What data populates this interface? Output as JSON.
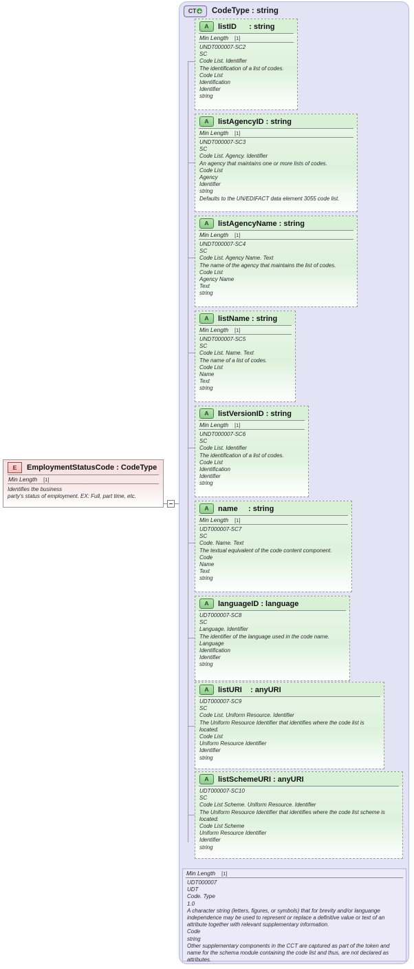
{
  "diagram": {
    "kind": "xsd-schema-diagram",
    "colors": {
      "container_bg": "#e4e3f5",
      "attribute_bg": "#ddf2dc",
      "element_bg": "#f8e6e6",
      "footer_bg": "#eceaf8",
      "connector": "#9a98b8"
    }
  },
  "complex_type": {
    "icon_label": "CT",
    "icon_name": "ct-expand-icon",
    "title": "CodeType : string"
  },
  "element": {
    "icon_label": "E",
    "name": "EmploymentStatusCode",
    "separator": " : ",
    "type": "CodeType",
    "title": "EmploymentStatusCode : CodeType",
    "facet": {
      "label": "Min Length",
      "cardinality": "[1]"
    },
    "doc_lines": [
      "Identifies the business",
      "party's status of employment. EX: Full, part time, etc."
    ]
  },
  "attributes": [
    {
      "icon_label": "A",
      "title": "listID      : string",
      "facet": {
        "label": "Min Length",
        "cardinality": "[1]"
      },
      "doc_lines": [
        "UNDT000007-SC2",
        "SC",
        "Code List. Identifier",
        "The identification of a list of codes.",
        "Code List",
        "Identification",
        "Identifier",
        "string"
      ]
    },
    {
      "icon_label": "A",
      "title": "listAgencyID : string",
      "facet": {
        "label": "Min Length",
        "cardinality": "[1]"
      },
      "doc_lines": [
        "UNDT000007-SC3",
        "SC",
        "Code List. Agency. Identifier",
        "An agency that maintains one or more lists of codes.",
        "Code List",
        "Agency",
        "Identifier",
        "string",
        "Defaults to the UN/EDIFACT data element 3055 code list."
      ]
    },
    {
      "icon_label": "A",
      "title": "listAgencyName : string",
      "facet": {
        "label": "Min Length",
        "cardinality": "[1]"
      },
      "doc_lines": [
        "UNDT000007-SC4",
        "SC",
        "Code List. Agency Name. Text",
        "The name of the agency that maintains the list of codes.",
        "Code List",
        "Agency Name",
        "Text",
        "string"
      ]
    },
    {
      "icon_label": "A",
      "title": "listName : string",
      "facet": {
        "label": "Min Length",
        "cardinality": "[1]"
      },
      "doc_lines": [
        "UNDT000007-SC5",
        "SC",
        "Code List. Name. Text",
        "The name of a list of codes.",
        "Code List",
        "Name",
        "Text",
        "string"
      ]
    },
    {
      "icon_label": "A",
      "title": "listVersionID : string",
      "facet": {
        "label": "Min Length",
        "cardinality": "[1]"
      },
      "doc_lines": [
        "UNDT000007-SC6",
        "SC",
        "Code List. Identifier",
        "The identification of a list of codes.",
        "Code List",
        "Identification",
        "Identifier",
        "string"
      ]
    },
    {
      "icon_label": "A",
      "title": "name     : string",
      "facet": {
        "label": "Min Length",
        "cardinality": "[1]"
      },
      "doc_lines": [
        "UDT000007-SC7",
        "SC",
        "Code. Name. Text",
        "The textual equivalent of the code content component.",
        "Code",
        "Name",
        "Text",
        "string"
      ]
    },
    {
      "icon_label": "A",
      "title": "languageID : language",
      "facet": null,
      "doc_lines": [
        "UDT000007-SC8",
        "SC",
        "Language. Identifier",
        "The identifier of the language used in the code name.",
        "Language",
        "Identification",
        "Identifier",
        "string"
      ]
    },
    {
      "icon_label": "A",
      "title": "listURI    : anyURI",
      "facet": null,
      "doc_lines": [
        "UDT000007-SC9",
        "SC",
        "Code List. Uniform Resource. Identifier",
        "The Uniform Resource Identifier that identifies where the code list is located.",
        "Code List",
        "Uniform Resource Identifier",
        "Identifier",
        "string"
      ]
    },
    {
      "icon_label": "A",
      "title": "listSchemeURI : anyURI",
      "facet": null,
      "doc_lines": [
        "UDT000007-SC10",
        "SC",
        "Code List Scheme. Uniform Resource. Identifier",
        "The Uniform Resource Identifier that identifies where the code list scheme is located.",
        "Code List Scheme",
        "Uniform Resource Identifier",
        "Identifier",
        "string"
      ]
    }
  ],
  "type_documentation": {
    "facet": {
      "label": "Min Length",
      "cardinality": "[1]"
    },
    "doc_lines": [
      "UDT000007",
      "UDT",
      "Code. Type",
      "1.0",
      "A character string (letters, figures, or symbols) that for brevity and/or languange independence may be used to represent or replace a definitive value or text of an attribute together with relevant supplementary information.",
      "Code",
      "string",
      "Other supplementary components in the CCT are captured as part of the token and name for the schema module containing the code list and thus, are not declared as attributes."
    ]
  }
}
